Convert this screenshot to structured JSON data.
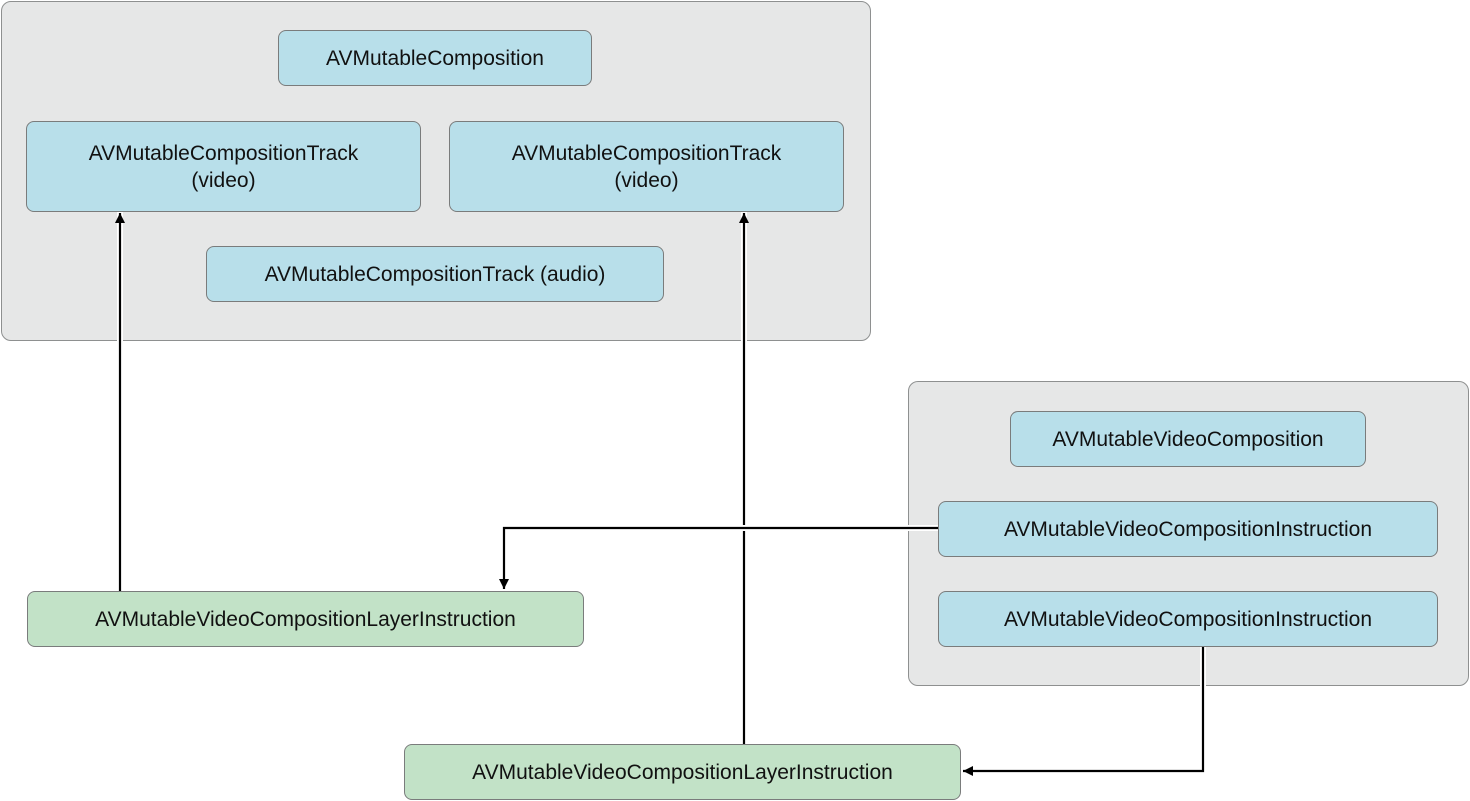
{
  "composition_group": {
    "composition": "AVMutableComposition",
    "video_track_1": {
      "line1": "AVMutableCompositionTrack",
      "line2": "(video)"
    },
    "video_track_2": {
      "line1": "AVMutableCompositionTrack",
      "line2": "(video)"
    },
    "audio_track": "AVMutableCompositionTrack (audio)"
  },
  "video_composition_group": {
    "video_composition": "AVMutableVideoComposition",
    "instruction_1": "AVMutableVideoCompositionInstruction",
    "instruction_2": "AVMutableVideoCompositionInstruction"
  },
  "layer_instruction_1": "AVMutableVideoCompositionLayerInstruction",
  "layer_instruction_2": "AVMutableVideoCompositionLayerInstruction",
  "colors": {
    "group_fill": "#e6e7e7",
    "class_box_fill": "#b8dfea",
    "layer_instruction_fill": "#c2e2c7",
    "connector": "#000000"
  }
}
